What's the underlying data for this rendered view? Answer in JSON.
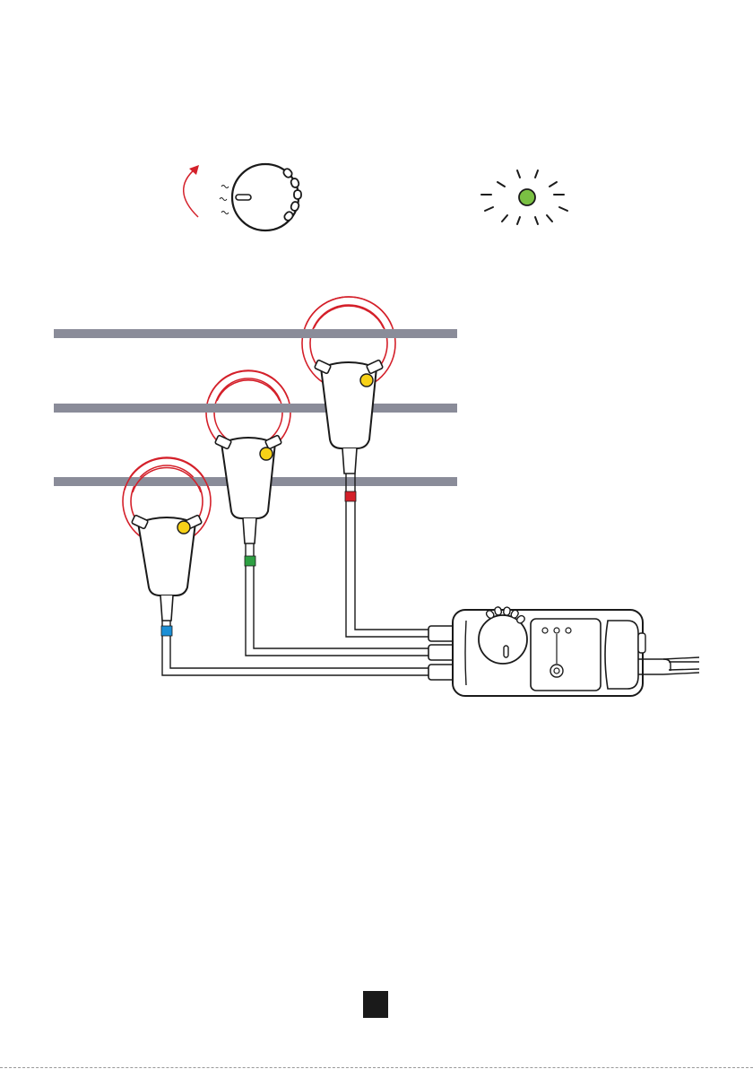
{
  "colors": {
    "conductor": "#8a8c99",
    "loop": "#d4202a",
    "led_on": "#7ac043",
    "indicator": "#f7d117",
    "outline": "#1a1a1a",
    "phase_1": "#d4202a",
    "phase_2": "#2ea043",
    "phase_3": "#1b8fd6",
    "page_marker": "#1a1a1a"
  },
  "icons": {
    "rotation": "curved-arrow-icon",
    "dial": "range-dial-icon",
    "led": "led-lit-icon",
    "sensor": "flexible-current-probe-icon",
    "box": "adapter-box-icon"
  },
  "led_state": "on",
  "conductor_count": 3,
  "sensor_count": 3
}
